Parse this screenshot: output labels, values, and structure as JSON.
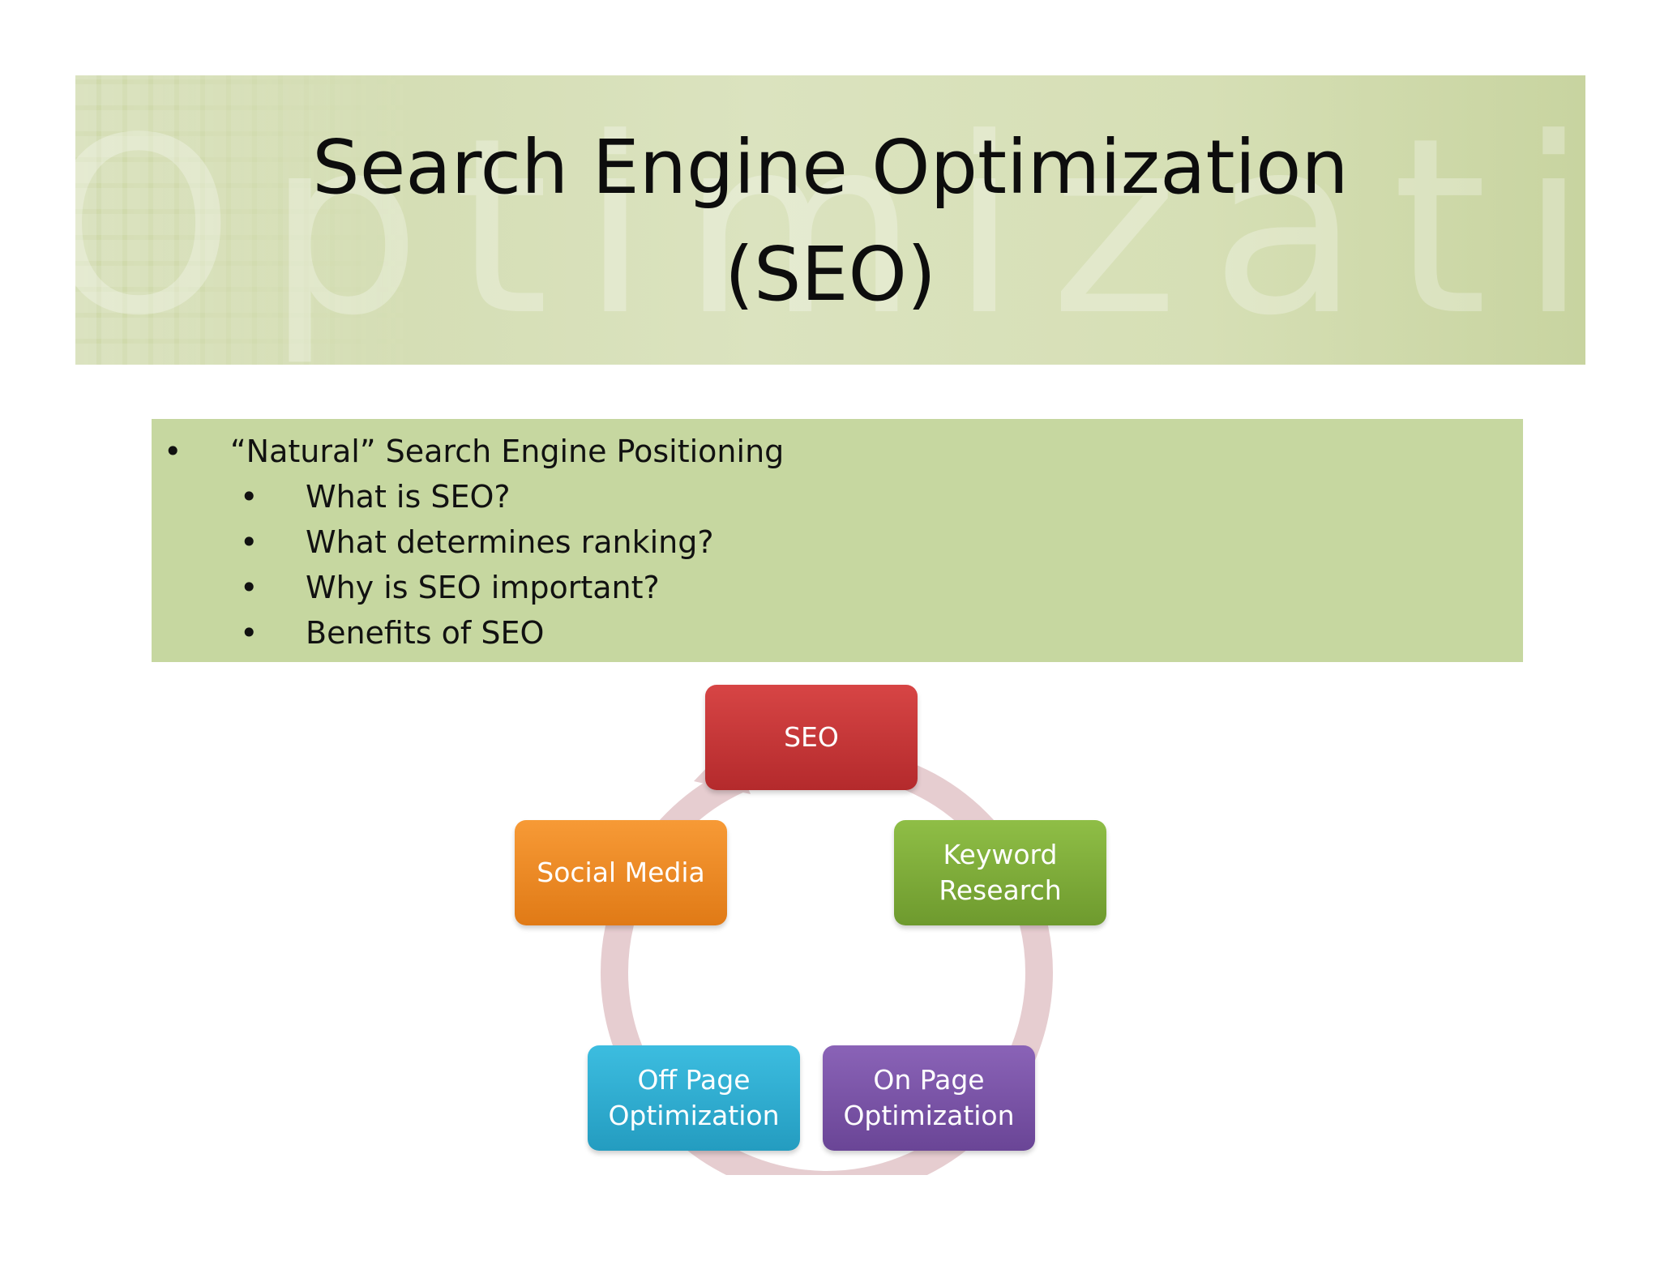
{
  "header": {
    "title_line1": "Search Engine Optimization",
    "title_line2": "(SEO)",
    "watermark": "Optimization"
  },
  "bullets": {
    "marker": "•",
    "items": [
      {
        "level": 1,
        "text": "“Natural” Search Engine Positioning"
      },
      {
        "level": 2,
        "text": "What is SEO?"
      },
      {
        "level": 2,
        "text": "What determines ranking?"
      },
      {
        "level": 2,
        "text": "Why is SEO important?"
      },
      {
        "level": 2,
        "text": "Benefits of SEO"
      }
    ]
  },
  "diagram": {
    "ring_color": "#e6cdd0",
    "nodes": [
      {
        "id": "seo",
        "label": "SEO",
        "color_top": "#d74545",
        "color_bottom": "#b42a2c"
      },
      {
        "id": "keyword",
        "label": "Keyword\nResearch",
        "color_top": "#8fbe46",
        "color_bottom": "#6e9a2e"
      },
      {
        "id": "onpage",
        "label": "On Page\nOptimization",
        "color_top": "#8a63b7",
        "color_bottom": "#6a4596"
      },
      {
        "id": "offpage",
        "label": "Off Page\nOptimization",
        "color_top": "#3cbde0",
        "color_bottom": "#249cc0"
      },
      {
        "id": "social",
        "label": "Social Media",
        "color_top": "#f79a36",
        "color_bottom": "#e07a16"
      }
    ]
  }
}
